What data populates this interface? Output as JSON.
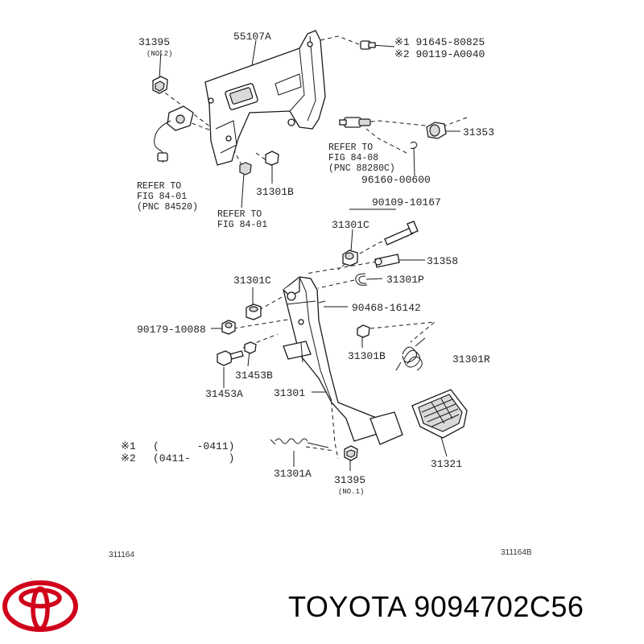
{
  "callouts": {
    "c31395_top": "31395",
    "c31395_top_note": "(NO.2)",
    "c55107A": "55107A",
    "c91645": "※1 91645-80825",
    "c90119": "※2 90119-A0040",
    "c31353": "31353",
    "ref1_line1": "REFER TO",
    "ref1_line2": "FIG 84-08",
    "ref1_line3": "(PNC 88280C)",
    "c96160": "96160-00600",
    "ref2_line1": "REFER TO",
    "ref2_line2": "FIG 84-01",
    "ref2_line3": "(PNC 84520)",
    "c31301B_top": "31301B",
    "ref3_line1": "REFER TO",
    "ref3_line2": "FIG 84-01",
    "c90109": "90109-10167",
    "c31301C_right": "31301C",
    "c31358": "31358",
    "c31301C_left": "31301C",
    "c31301P": "31301P",
    "c90468": "90468-16142",
    "c90179": "90179-10088",
    "c31301B_mid": "31301B",
    "c31301R": "31301R",
    "c31453B": "31453B",
    "c31453A": "31453A",
    "c31301": "31301",
    "c31321": "31321",
    "c31301A": "31301A",
    "c31395_bottom": "31395",
    "c31395_bottom_note": "(NO.1)"
  },
  "legend": {
    "row1_mark": "※1",
    "row1_range": "(      -0411)",
    "row2_mark": "※2",
    "row2_range": "(0411-      )"
  },
  "figure_ids": {
    "left": "311164",
    "right": "311164B"
  },
  "brand": {
    "title": "TOYOTA 9094702C56",
    "logo_icon": "toyota-logo-icon",
    "logo_color": "#d0021b"
  }
}
